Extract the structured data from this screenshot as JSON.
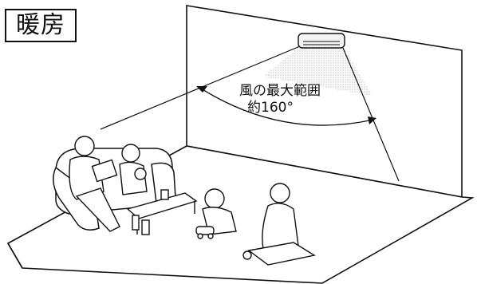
{
  "mode": {
    "label": "暖房"
  },
  "annotation": {
    "title": "風の最大範囲",
    "angle": "約160°"
  },
  "colors": {
    "line": "#111111",
    "airflow": "#9a9a9a",
    "background": "#ffffff"
  }
}
